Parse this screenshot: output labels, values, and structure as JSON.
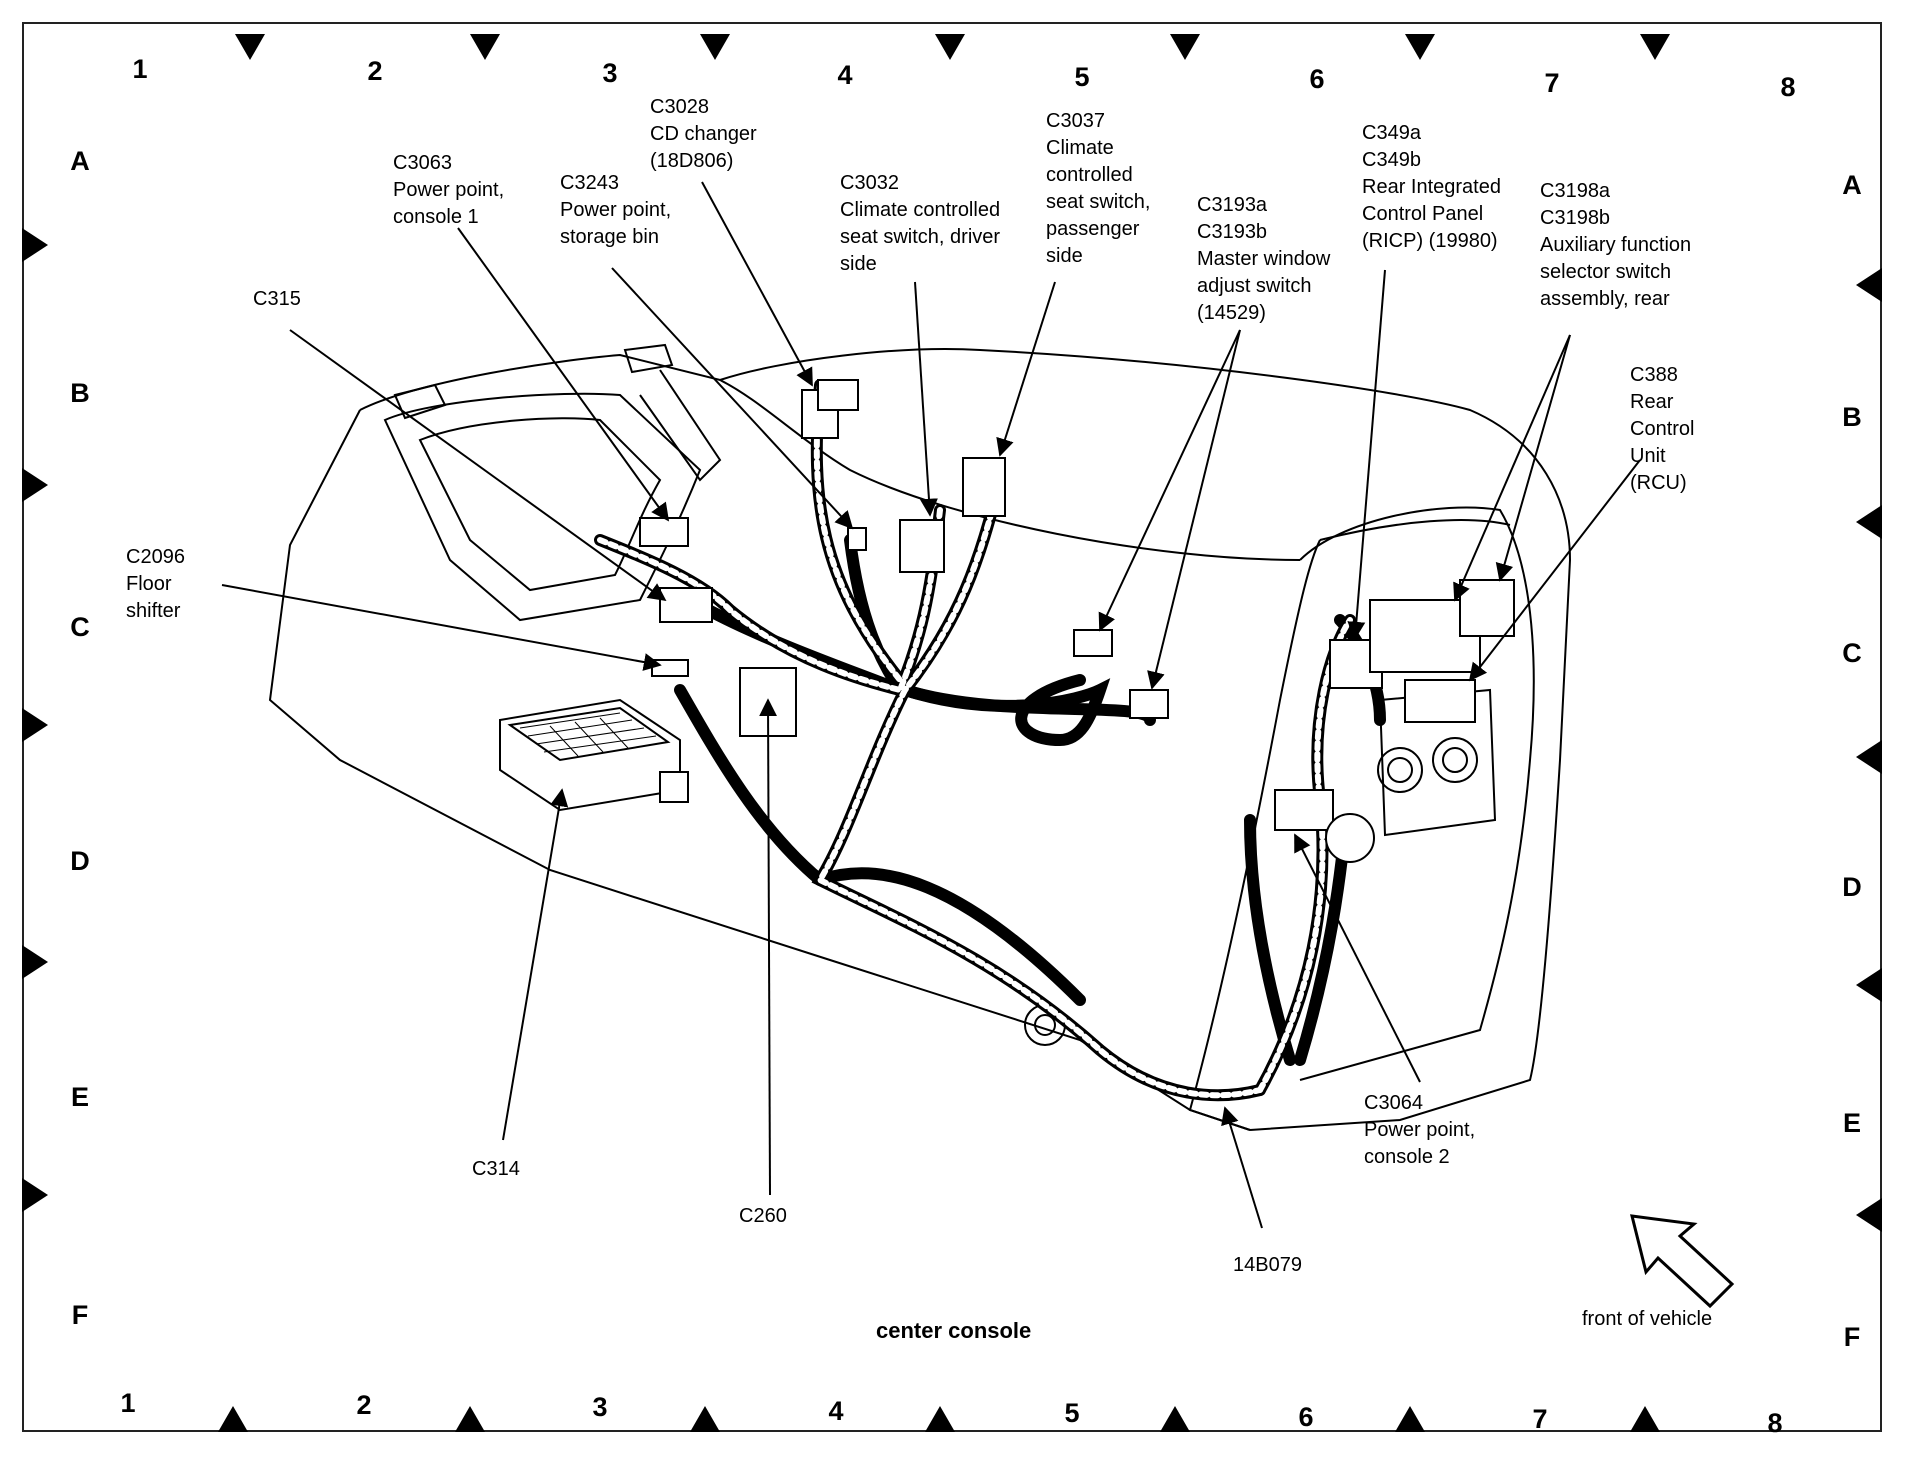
{
  "title": "center console",
  "front_label": "front of vehicle",
  "grid": {
    "columns": [
      "1",
      "2",
      "3",
      "4",
      "5",
      "6",
      "7",
      "8"
    ],
    "rows": [
      "A",
      "B",
      "C",
      "D",
      "E",
      "F"
    ]
  },
  "labels": {
    "c3063": [
      "C3063",
      "Power point,",
      "console 1"
    ],
    "c3243": [
      "C3243",
      "Power point,",
      "storage bin"
    ],
    "c3028": [
      "C3028",
      "CD changer",
      "(18D806)"
    ],
    "c3032": [
      "C3032",
      "Climate controlled",
      "seat switch, driver",
      "side"
    ],
    "c3037": [
      "C3037",
      "Climate",
      "controlled",
      "seat switch,",
      "passenger",
      "side"
    ],
    "c3193": [
      "C3193a",
      "C3193b",
      "Master window",
      "adjust switch",
      "(14529)"
    ],
    "c349": [
      "C349a",
      "C349b",
      "Rear Integrated",
      "Control Panel",
      "(RICP) (19980)"
    ],
    "c3198": [
      "C3198a",
      "C3198b",
      "Auxiliary function",
      "selector switch",
      "assembly, rear"
    ],
    "c388": [
      "C388",
      "Rear",
      "Control",
      "Unit",
      "(RCU)"
    ],
    "c315": [
      "C315"
    ],
    "c2096": [
      "C2096",
      "Floor",
      "shifter"
    ],
    "c314": [
      "C314"
    ],
    "c260": [
      "C260"
    ],
    "c14b079": [
      "14B079"
    ],
    "c3064": [
      "C3064",
      "Power point,",
      "console 2"
    ]
  }
}
